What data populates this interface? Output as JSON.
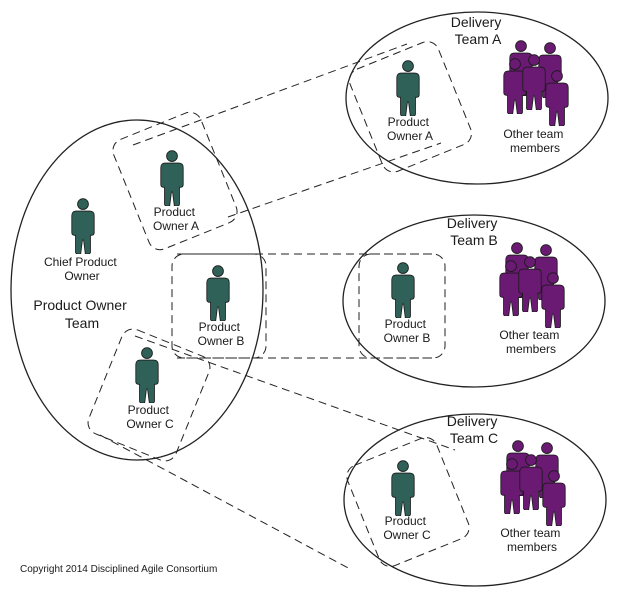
{
  "colors": {
    "owner": "#2f6158",
    "member": "#6a1a73",
    "line": "#222222",
    "background": "#ffffff"
  },
  "icons": {
    "owner": "person-icon",
    "member": "person-icon"
  },
  "product_owner_team": {
    "title": [
      "Product Owner",
      "Team"
    ],
    "chief": [
      "Chief Product",
      "Owner"
    ],
    "owners": [
      [
        "Product",
        "Owner A"
      ],
      [
        "Product",
        "Owner B"
      ],
      [
        "Product",
        "Owner C"
      ]
    ]
  },
  "delivery_teams": [
    {
      "title": [
        "Delivery",
        "Team A"
      ],
      "owner": [
        "Product",
        "Owner A"
      ],
      "members": [
        "Other team",
        "members"
      ]
    },
    {
      "title": [
        "Delivery",
        "Team B"
      ],
      "owner": [
        "Product",
        "Owner B"
      ],
      "members": [
        "Other team",
        "members"
      ]
    },
    {
      "title": [
        "Delivery",
        "Team C"
      ],
      "owner": [
        "Product",
        "Owner C"
      ],
      "members": [
        "Other team",
        "members"
      ]
    }
  ],
  "copyright": "Copyright 2014 Disciplined Agile Consortium"
}
